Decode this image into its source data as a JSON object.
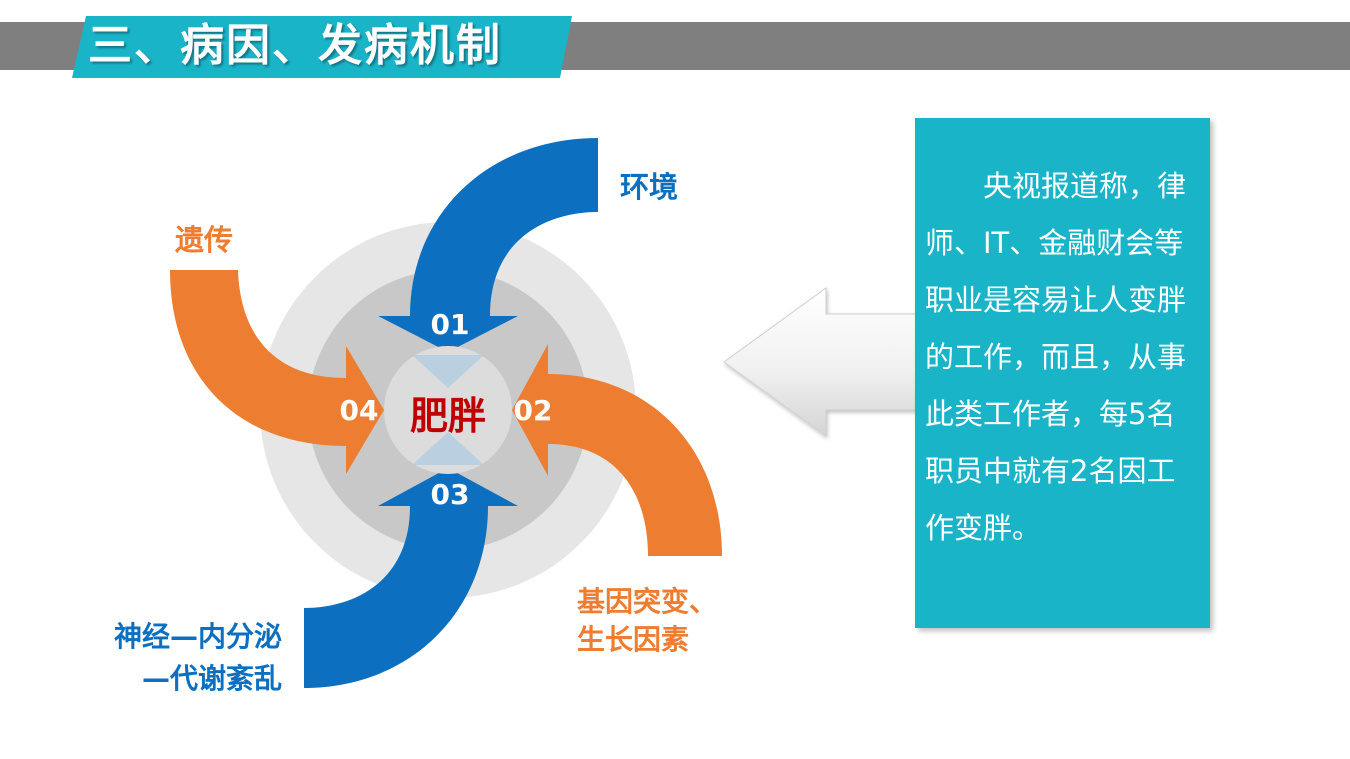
{
  "title": "三、病因、发病机制",
  "center": "肥胖",
  "factors": [
    {
      "num": "01",
      "label": "环境"
    },
    {
      "num": "02",
      "label": "基因突变、生长因素",
      "label_lines": [
        "基因突变、",
        "生长因素"
      ]
    },
    {
      "num": "03",
      "label": "神经—内分泌—代谢紊乱",
      "label_lines": [
        "神经—内分泌",
        "—代谢紊乱"
      ]
    },
    {
      "num": "04",
      "label": "遗传"
    }
  ],
  "note": "央视报道称，律师、IT、金融财会等职业是容易让人变胖的工作，而且，从事此类工作者，每5名职员中就有2名因工作变胖。",
  "colors": {
    "blue": "#0d6fbf",
    "orange": "#ed7d31",
    "teal": "#1ab4c8",
    "title_band": "#7f7f7f",
    "center_text": "#c00000"
  }
}
